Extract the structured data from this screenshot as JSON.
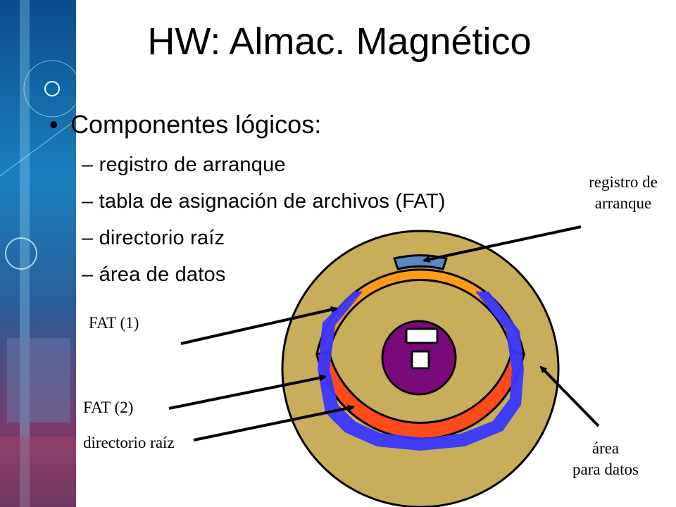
{
  "slide": {
    "title": "HW: Almac. Magnético",
    "bullet_symbol": "•",
    "bullet": "Componentes lógicos:",
    "subitems": [
      "– registro de arranque",
      "– tabla de asignación de archivos (FAT)",
      "– directorio raíz",
      "– área de datos"
    ]
  },
  "diagram": {
    "labels": {
      "boot_line1": "registro de",
      "boot_line2": "arranque",
      "fat1": "FAT (1)",
      "fat2": "FAT (2)",
      "root_dir": "directorio raíz",
      "data_line1": "área",
      "data_line2": "para datos"
    },
    "colors": {
      "platter": "#c8ae5a",
      "boot_record": "#5b86c4",
      "fat1": "#ff9a1a",
      "fat2": "#ff4a1a",
      "root_dir": "#3a36ff",
      "hub": "#7a0a7a",
      "outline": "#000000"
    }
  }
}
